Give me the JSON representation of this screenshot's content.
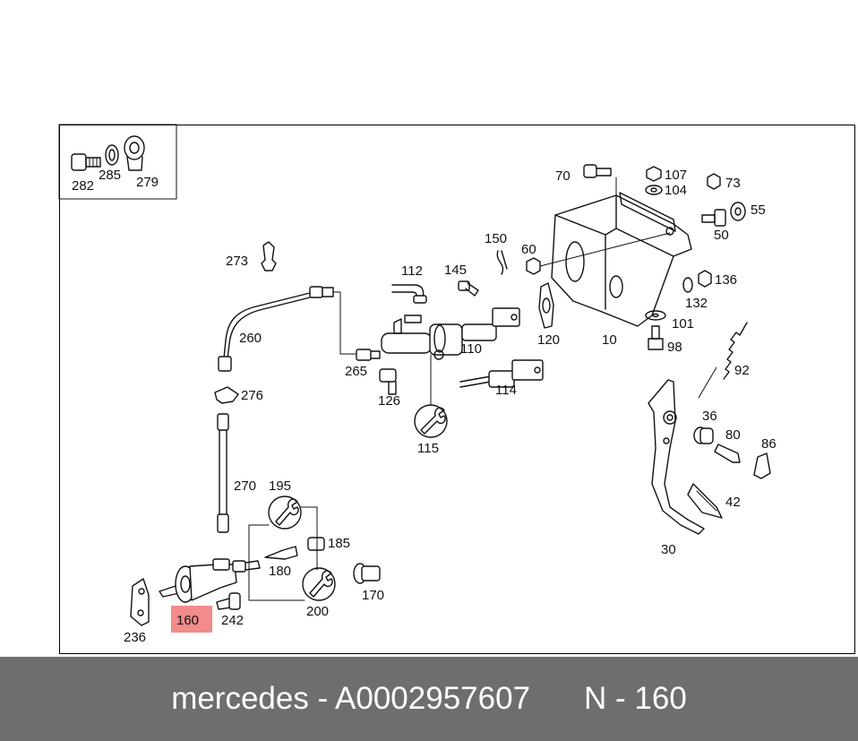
{
  "colors": {
    "highlight": "#f28b8b",
    "footer_bg": "#6e6e6e",
    "footer_text": "#ffffff"
  },
  "callouts": {
    "c282": "282",
    "c285": "285",
    "c279": "279",
    "c70": "70",
    "c107": "107",
    "c104": "104",
    "c73": "73",
    "c55": "55",
    "c50": "50",
    "c150": "150",
    "c60": "60",
    "c273": "273",
    "c112": "112",
    "c145": "145",
    "c136": "136",
    "c132": "132",
    "c101": "101",
    "c98": "98",
    "c10": "10",
    "c120": "120",
    "c260": "260",
    "c110": "110",
    "c265": "265",
    "c126": "126",
    "c114": "114",
    "c115": "115",
    "c92": "92",
    "c276": "276",
    "c36": "36",
    "c80": "80",
    "c86": "86",
    "c270": "270",
    "c195": "195",
    "c185": "185",
    "c180": "180",
    "c42": "42",
    "c170": "170",
    "c200": "200",
    "c30": "30",
    "c236": "236",
    "c160": "160",
    "c242": "242"
  },
  "footer": {
    "brand": "mercedes - A0002957607",
    "ref": "N - 160"
  }
}
